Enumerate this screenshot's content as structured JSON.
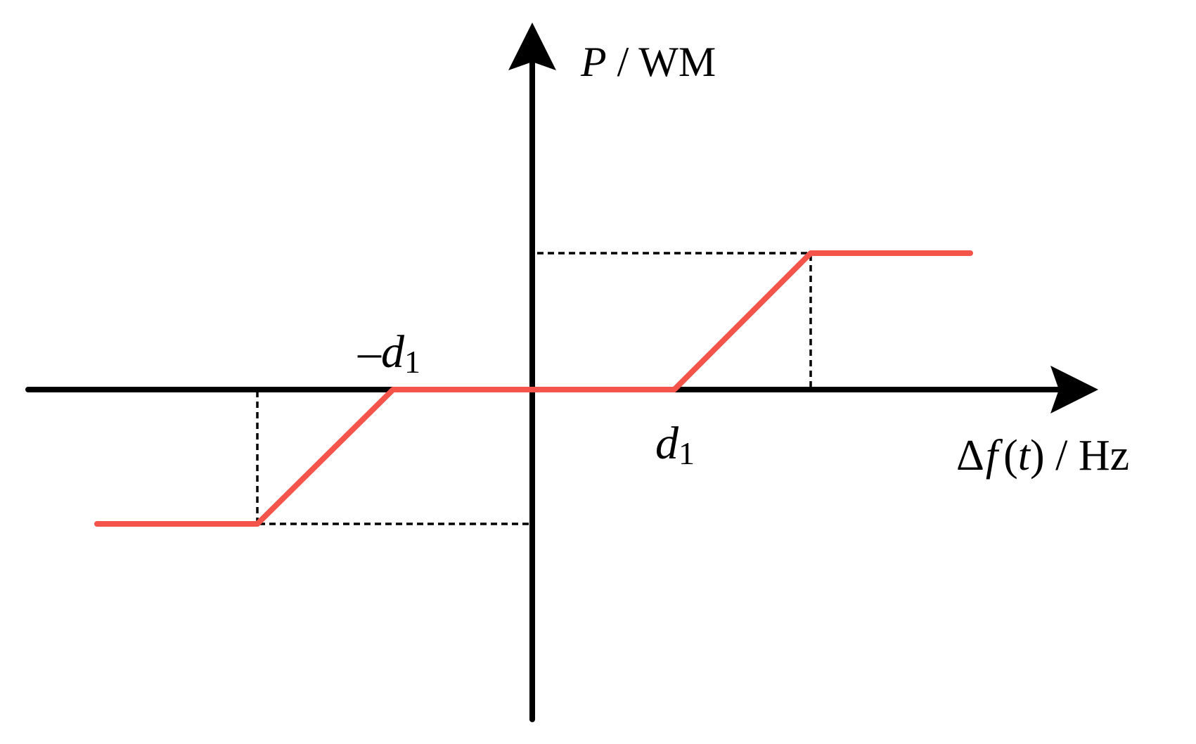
{
  "colors": {
    "axis": "#000000",
    "curve": "#f4544a",
    "guide": "#000000",
    "background": "#ffffff"
  },
  "labels": {
    "y_axis": {
      "var": "P",
      "sep": " / ",
      "unit": "WM"
    },
    "x_axis": {
      "delta": "Δ",
      "var": "f",
      "open": "(",
      "arg": "t",
      "close": ")",
      "sep": " / ",
      "unit": "Hz"
    },
    "neg_threshold": {
      "sign": "–",
      "var": "d",
      "sub": "1"
    },
    "pos_threshold": {
      "var": "d",
      "sub": "1"
    }
  }
}
